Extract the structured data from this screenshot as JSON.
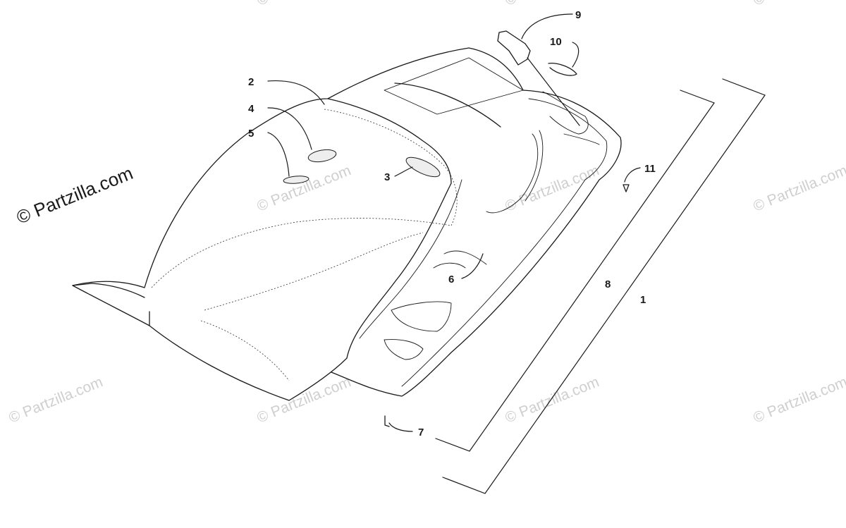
{
  "diagram": {
    "brand": "© Partzilla.com",
    "watermark": "© Partzilla.com",
    "callouts": [
      {
        "id": "1",
        "label": "1"
      },
      {
        "id": "2",
        "label": "2"
      },
      {
        "id": "3",
        "label": "3"
      },
      {
        "id": "4",
        "label": "4"
      },
      {
        "id": "5",
        "label": "5"
      },
      {
        "id": "6",
        "label": "6"
      },
      {
        "id": "7",
        "label": "7"
      },
      {
        "id": "8",
        "label": "8"
      },
      {
        "id": "9",
        "label": "9"
      },
      {
        "id": "10",
        "label": "10"
      },
      {
        "id": "11",
        "label": "11"
      }
    ]
  }
}
